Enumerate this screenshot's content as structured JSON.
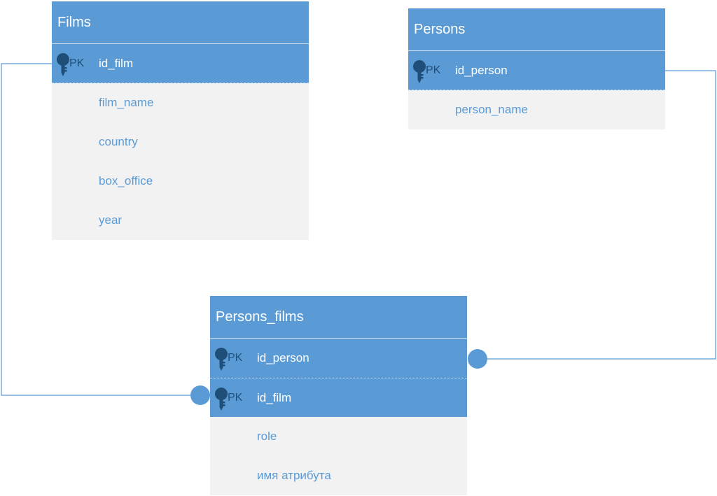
{
  "colors": {
    "entity_blue": "#5b9bd5",
    "attribute_bg": "#f2f2f2",
    "attribute_text": "#5b9bd5",
    "key_icon": "#1f4e79"
  },
  "entities": {
    "films": {
      "title": "Films",
      "keys": [
        {
          "label": "PK",
          "field": "id_film"
        }
      ],
      "attributes": [
        "film_name",
        "country",
        "box_office",
        "year"
      ]
    },
    "persons": {
      "title": "Persons",
      "keys": [
        {
          "label": "PK",
          "field": "id_person"
        }
      ],
      "attributes": [
        "person_name"
      ]
    },
    "persons_films": {
      "title": "Persons_films",
      "keys": [
        {
          "label": "PK",
          "field": "id_person"
        },
        {
          "label": "PK",
          "field": "id_film"
        }
      ],
      "attributes": [
        "role",
        "имя атрибута"
      ]
    }
  },
  "relationships": [
    {
      "from": "films.id_film",
      "to": "persons_films.id_film"
    },
    {
      "from": "persons.id_person",
      "to": "persons_films.id_person"
    }
  ]
}
